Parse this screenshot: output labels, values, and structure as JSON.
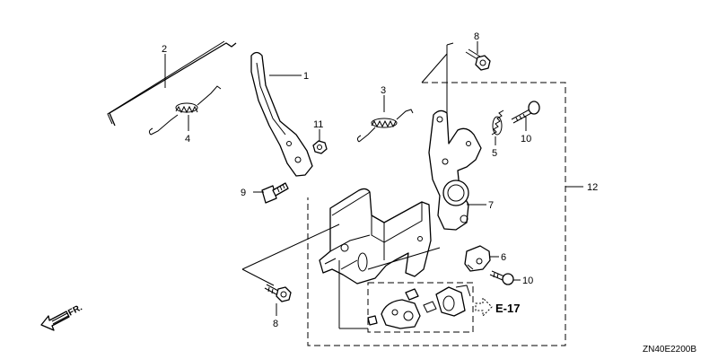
{
  "callouts": {
    "c1": "1",
    "c2": "2",
    "c3": "3",
    "c4": "4",
    "c5": "5",
    "c6": "6",
    "c7": "7",
    "c8_top": "8",
    "c8_bottom": "8",
    "c9": "9",
    "c10_top": "10",
    "c10_bottom": "10",
    "c11": "11",
    "c12": "12"
  },
  "reference_label": "E-17",
  "direction_label": "FR.",
  "diagram_code": "ZN40E2200B"
}
